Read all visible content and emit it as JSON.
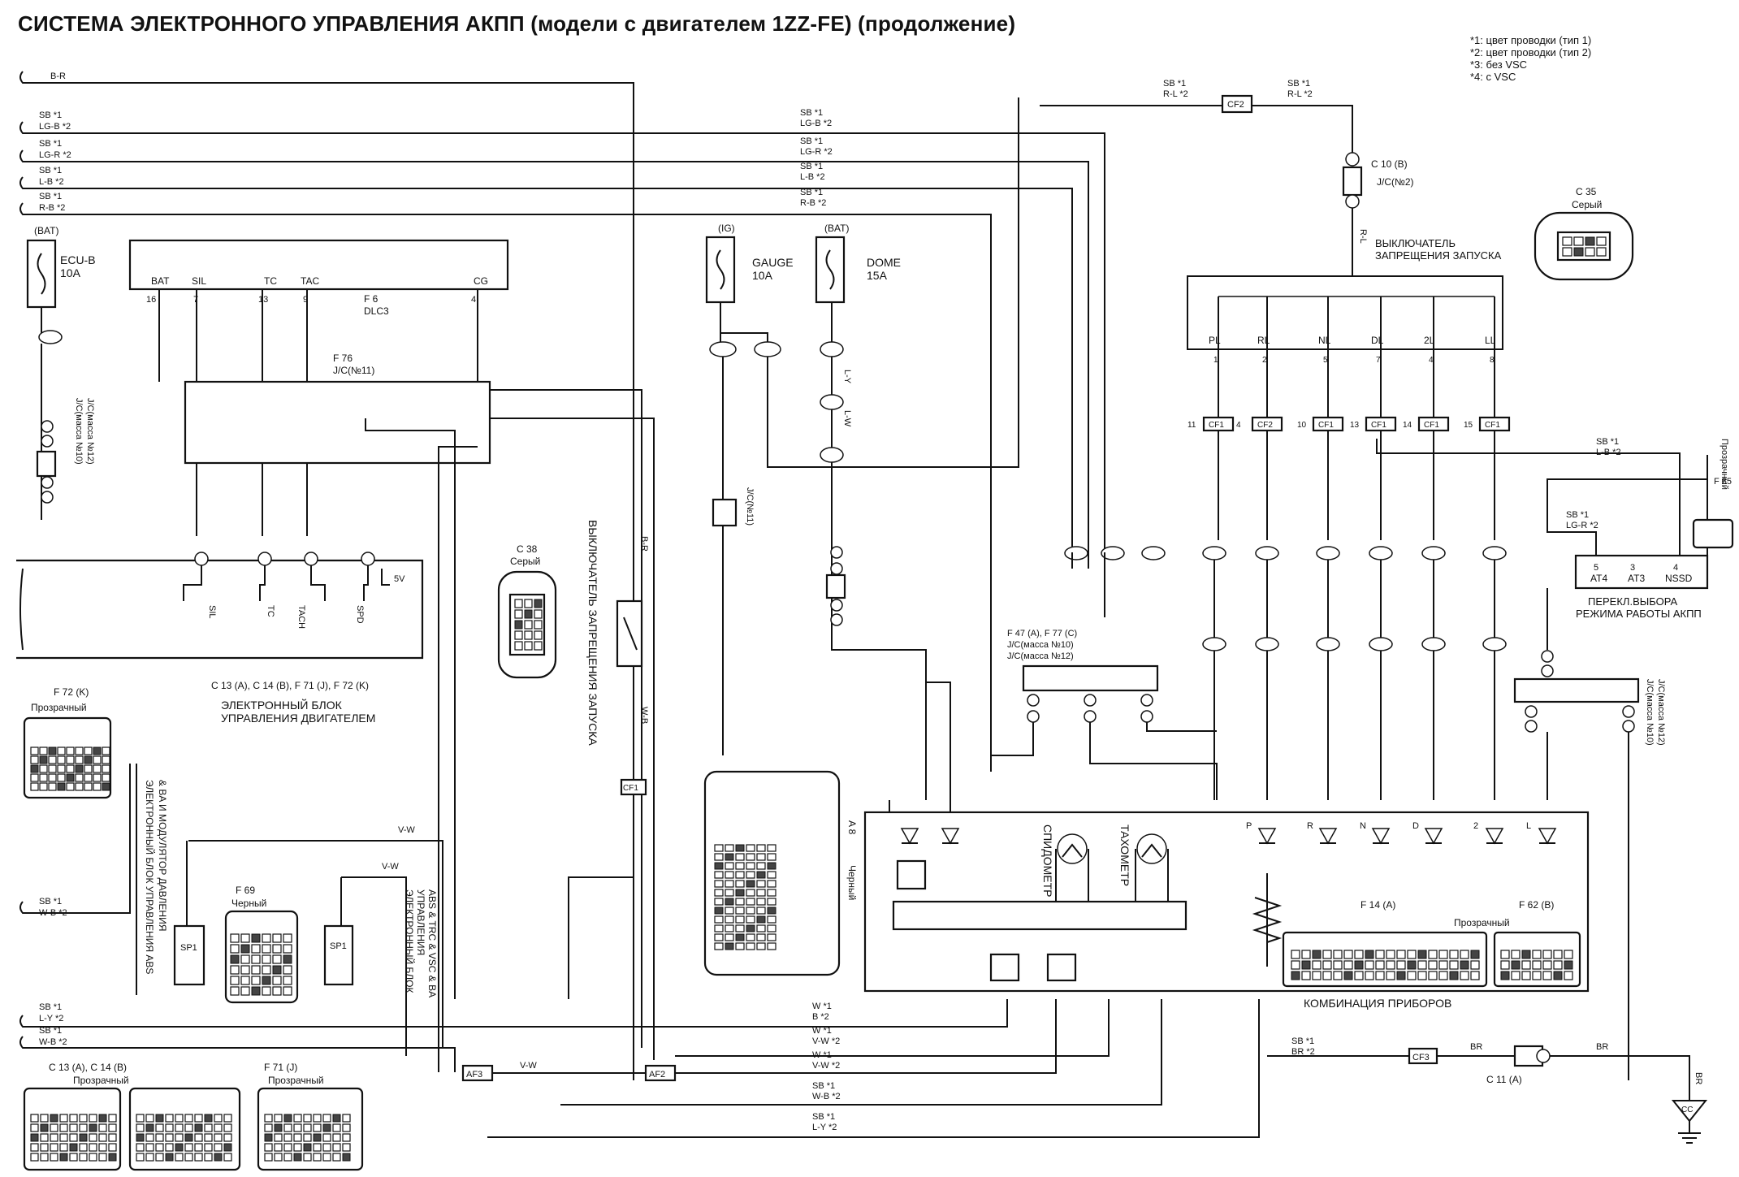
{
  "title": "СИСТЕМА ЭЛЕКТРОННОГО УПРАВЛЕНИЯ АКПП (модели с двигателем 1ZZ-FE) (продолжение)",
  "notes": [
    "*1: цвет проводки (тип 1)",
    "*2: цвет проводки (тип 2)",
    "*3: без VSC",
    "*4: с VSC"
  ],
  "wires": {
    "b_r": "B-R",
    "sb1": "SB *1",
    "lg_b2": "LG-B *2",
    "lg_r2": "LG-R *2",
    "l_b2": "L-B *2",
    "r_b2": "R-B *2",
    "r_l2": "R-L *2",
    "w_b2": "W-B *2",
    "l_y2": "L-Y *2",
    "br2": "BR *2",
    "v_w": "V-W",
    "w_b": "W-B",
    "b_r_vert": "B-R",
    "br": "BR",
    "l_w": "L-W",
    "l_y": "L-Y",
    "w1": "W *1",
    "b2": "B *2",
    "v_w2": "V-W *2",
    "r_l": "R-L"
  },
  "fuses": {
    "ecu_b": {
      "source": "(BAT)",
      "name": "ECU-B",
      "rating": "10A"
    },
    "gauge": {
      "source": "(IG)",
      "name": "GAUGE",
      "rating": "10A"
    },
    "dome": {
      "source": "(BAT)",
      "name": "DOME",
      "rating": "15A"
    }
  },
  "dlc3": {
    "pins": [
      "BAT",
      "SIL",
      "TC",
      "TAC",
      "CG"
    ],
    "pin_nums": [
      "16",
      "7",
      "13",
      "9",
      "4"
    ],
    "label": "F 6",
    "name": "DLC3"
  },
  "jc11": {
    "label": "F 76",
    "name": "J/C(№11)"
  },
  "jc_mass": {
    "line1": "J/C(масса №10)",
    "line2": "J/C(масса №12)",
    "ref": "F 47 (A), F 77 (C)"
  },
  "ecu": {
    "name_line1": "ЭЛЕКТРОННЫЙ БЛОК",
    "name_line2": "УПРАВЛЕНИЯ ДВИГАТЕЛЕМ",
    "connectors": "C 13 (A), C 14 (B), F 71 (J), F 72 (K)",
    "pins": [
      "SIL",
      "TC",
      "TACH",
      "SPD",
      "5V"
    ]
  },
  "connector_f72": {
    "ref": "F 72 (K)",
    "label": "Прозрачный"
  },
  "connector_c38": {
    "ref": "C 38",
    "label": "Серый"
  },
  "connector_c35": {
    "ref": "C 35",
    "label": "Серый"
  },
  "connector_f69": {
    "ref": "F 69",
    "label": "Черный"
  },
  "connector_a8": {
    "ref": "A 8",
    "label": "Черный"
  },
  "connector_f85": {
    "ref": "F 85",
    "label": "Прозрачный"
  },
  "bottom_connectors": {
    "left": "C 13 (A), C 14 (B)",
    "left_label": "Прозрачный",
    "right": "F 71 (J)",
    "right_label": "Прозрачный"
  },
  "start_inhibit_vertical": "ВЫКЛЮЧАТЕЛЬ ЗАПРЕЩЕНИЯ ЗАПУСКА",
  "start_inhibit_top": {
    "line1": "ВЫКЛЮЧАТЕЛЬ",
    "line2": "ЗАПРЕЩЕНИЯ ЗАПУСКА"
  },
  "shift_positions": [
    "PL",
    "RL",
    "NL",
    "DL",
    "2L",
    "LL"
  ],
  "shift_pins": [
    "1",
    "2",
    "5",
    "7",
    "4",
    "8"
  ],
  "cf_labels": [
    "CF1",
    "CF2",
    "CF1",
    "CF1",
    "CF1",
    "CF1"
  ],
  "cf_pins": [
    "11",
    "4",
    "10",
    "13",
    "14",
    "15"
  ],
  "mode_switch": {
    "line1": "ПЕРЕКЛ.ВЫБОРА",
    "line2": "РЕЖИМА РАБОТЫ АКПП",
    "pins": [
      "AT4",
      "AT3",
      "NSSD"
    ],
    "pin_nums": [
      "5",
      "3",
      "4"
    ]
  },
  "cluster": {
    "name": "КОМБИНАЦИЯ ПРИБОРОВ",
    "speedo": "СПИДОМЕТР",
    "tacho": "ТАХОМЕТР",
    "refs": [
      "F 14 (A)",
      "F 62 (B)"
    ],
    "label": "Прозрачный",
    "leds": [
      "P",
      "R",
      "N",
      "D",
      "2",
      "L"
    ]
  },
  "abs_block": {
    "line1": "ЭЛЕКТРОННЫЙ БЛОК УПРАВЛЕНИЯ ABS",
    "line2": "& BA И МОДУЛЯТОР ДАВЛЕНИЯ"
  },
  "abs_trc_block": {
    "line1": "ЭЛЕКТРОННЫЙ БЛОК",
    "line2": "УПРАВЛЕНИЯ",
    "line3": "ABS & TRC & VSC & BA"
  },
  "sp1": "SP1",
  "junctions": {
    "af3": "AF3",
    "af2": "AF2",
    "cf2": "CF2",
    "cf3": "CF3",
    "cf1": "CF1"
  },
  "jc2": {
    "ref": "C 10 (B)",
    "name": "J/C(№2)"
  },
  "c11": "C 11 (A)",
  "ground": "CC"
}
